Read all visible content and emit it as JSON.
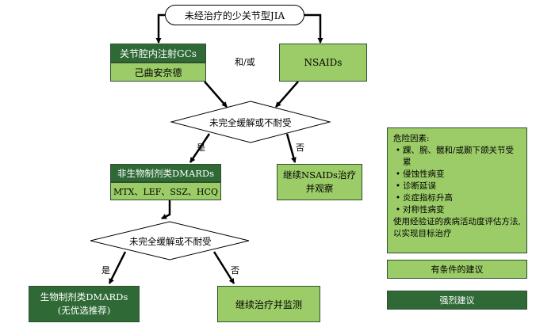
{
  "start": "未经治疗的少关节型JIA",
  "gc": {
    "title": "关节腔内注射GCs",
    "drug": "己曲安奈德"
  },
  "andor": "和/或",
  "nsaids": "NSAIDs",
  "decision1": {
    "text": "未完全缓解或不耐受",
    "yes": "是",
    "no": "否"
  },
  "dmards": {
    "title": "非生物制剂类DMARDs",
    "drugs": "MTX、LEF、SSZ、HCQ"
  },
  "continue_nsaids": {
    "line1": "继续NSAIDs治疗",
    "line2": "并观察"
  },
  "decision2": {
    "text": "未完全缓解或不耐受",
    "yes": "是",
    "no": "否"
  },
  "biologic": {
    "line1": "生物制剂类DMARDs",
    "line2": "(无优选推荐)"
  },
  "monitor": "继续治疗并监测",
  "risk": {
    "title": "危险因素:",
    "items": [
      "踝、腕、髋和/或颞下颌关节受累",
      "侵蚀性病变",
      "诊断延误",
      "炎症指标升高",
      "对称性病变"
    ],
    "footer": "使用经验证的疾病活动度评估方法,以实现目标治疗"
  },
  "legend": {
    "conditional": "有条件的建议",
    "strong": "强烈建议"
  },
  "colors": {
    "light_green": "#9ccc68",
    "dark_green": "#2f6a36"
  }
}
